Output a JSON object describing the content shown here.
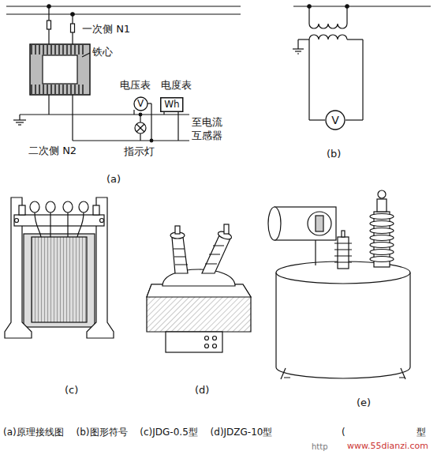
{
  "diagram": {
    "caption": "(a)原理接线图 (b)图形符号 (c)JDG-0.5型 (d)JDZG-10型",
    "nodes": [
      {
        "text": [
          "V"
        ]
      },
      {
        "text": [
          "Wh"
        ]
      },
      {
        "text": [
          "V"
        ]
      }
    ],
    "labels": [
      "一次侧 N1",
      "铁心",
      "电压表",
      "电度表",
      "至电流 互感器",
      "二次侧 N2",
      "指示灯",
      "(a)",
      "(b)",
      "(c)",
      "(d)",
      "(e)",
      "(",
      "型",
      "www.55dianzi.com",
      "http"
    ]
  }
}
